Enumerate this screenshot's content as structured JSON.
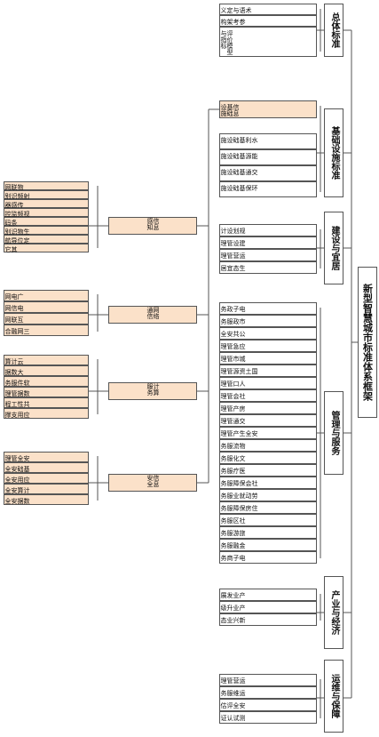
{
  "root": {
    "title": "新型智慧城市标准体系框架"
  },
  "categories": [
    {
      "label": "总体标准",
      "items": [
        "术语与定义",
        "参考架构",
        "评价模型与指标"
      ]
    },
    {
      "label": "基础设施标准",
      "items": [
        "信息基础设施",
        "水利基础设施",
        "能源基础设施",
        "交通基础设施",
        "环保基础设施"
      ]
    },
    {
      "label": "建设与宜居",
      "items": [
        "规划设计",
        "建设管理",
        "运营管理",
        "生态宜居"
      ]
    },
    {
      "label": "管理与服务",
      "items": [
        "电子政务",
        "市政服务",
        "公共安全",
        "应急管理",
        "城市管理",
        "国土资源管理",
        "人口管理",
        "社会管理",
        "房产管理",
        "交通管理",
        "安全生产管理",
        "物流服务",
        "文化服务",
        "医疗服务",
        "社会保障服务",
        "劳动就业服务",
        "住房保障服务",
        "社区服务",
        "旅游服务",
        "金融服务",
        "电子商务"
      ]
    },
    {
      "label": "产业与经济",
      "items": [
        "产业发展",
        "产业升级",
        "新兴业态"
      ]
    },
    {
      "label": "运维与保障",
      "items": [
        "运营管理",
        "运维服务",
        "安全评估",
        "测试认证"
      ]
    }
  ],
  "info_infra": {
    "groups": [
      {
        "label": "信息感知",
        "items": [
          "物联网",
          "射频识别",
          "传感器",
          "视频监控",
          "条码",
          "生物识别",
          "定位导航",
          "其它"
        ]
      },
      {
        "label": "网络通信",
        "items": [
          "广电网",
          "电信网",
          "互联网",
          "三网融合"
        ]
      },
      {
        "label": "计算服务",
        "items": [
          "云计算",
          "大数据",
          "软件服务",
          "数据管理",
          "共性工程",
          "应用支撑"
        ]
      },
      {
        "label": "信息安全",
        "items": [
          "安全管理",
          "基础安全",
          "应用安全",
          "计算安全",
          "数据安全"
        ]
      }
    ]
  }
}
